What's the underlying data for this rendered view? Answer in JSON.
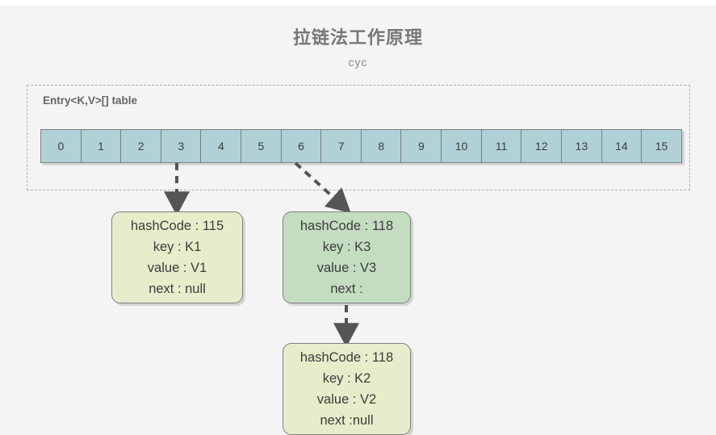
{
  "page": {
    "title": "拉链法工作原理",
    "subtitle": "cyc",
    "background_color": "#f4f4f4"
  },
  "table_group": {
    "label": "Entry<K,V>[] table",
    "border_style": "dashed",
    "border_color": "#b0b0b0"
  },
  "bucket_array": {
    "cell_fill": "#b0d2d6",
    "cell_border": "#7f7f7f",
    "cells": [
      {
        "index": "0"
      },
      {
        "index": "1"
      },
      {
        "index": "2"
      },
      {
        "index": "3"
      },
      {
        "index": "4"
      },
      {
        "index": "5"
      },
      {
        "index": "6"
      },
      {
        "index": "7"
      },
      {
        "index": "8"
      },
      {
        "index": "9"
      },
      {
        "index": "10"
      },
      {
        "index": "11"
      },
      {
        "index": "12"
      },
      {
        "index": "13"
      },
      {
        "index": "14"
      },
      {
        "index": "15"
      }
    ]
  },
  "entries": [
    {
      "id": "k1",
      "fill_color": "#e9ecca",
      "hash_code": "hashCode : 115",
      "key": "key : K1",
      "value": "value : V1",
      "next": "next : null"
    },
    {
      "id": "k3",
      "fill_color": "#c4ddc1",
      "hash_code": "hashCode : 118",
      "key": "key : K3",
      "value": "value : V3",
      "next": "next :"
    },
    {
      "id": "k2",
      "fill_color": "#e9ecca",
      "hash_code": "hashCode : 118",
      "key": "key : K2",
      "value": "value : V2",
      "next": "next :null"
    }
  ],
  "arrows": [
    {
      "id": "bucket3-to-k1",
      "from": "bucket cell 3",
      "to": "entry K1",
      "style": "dashed"
    },
    {
      "id": "bucket6-to-k3",
      "from": "bucket cell 6",
      "to": "entry K3",
      "style": "dashed"
    },
    {
      "id": "k3-to-k2",
      "from": "entry K3 next",
      "to": "entry K2",
      "style": "dashed"
    }
  ],
  "chart_data": {
    "type": "diagram",
    "title": "拉链法工作原理",
    "subtitle": "cyc",
    "description": "Separate chaining hash table diagram: a 16-slot Entry<K,V>[] table where slot 3 links to a single entry and slot 6 links to a chain of two entries.",
    "buckets": [
      "0",
      "1",
      "2",
      "3",
      "4",
      "5",
      "6",
      "7",
      "8",
      "9",
      "10",
      "11",
      "12",
      "13",
      "14",
      "15"
    ],
    "links": [
      {
        "bucket": "3",
        "chain": [
          {
            "hashCode": 115,
            "key": "K1",
            "value": "V1",
            "next": "null"
          }
        ]
      },
      {
        "bucket": "6",
        "chain": [
          {
            "hashCode": 118,
            "key": "K3",
            "value": "V3",
            "next": "K2"
          },
          {
            "hashCode": 118,
            "key": "K2",
            "value": "V2",
            "next": "null"
          }
        ]
      }
    ]
  }
}
